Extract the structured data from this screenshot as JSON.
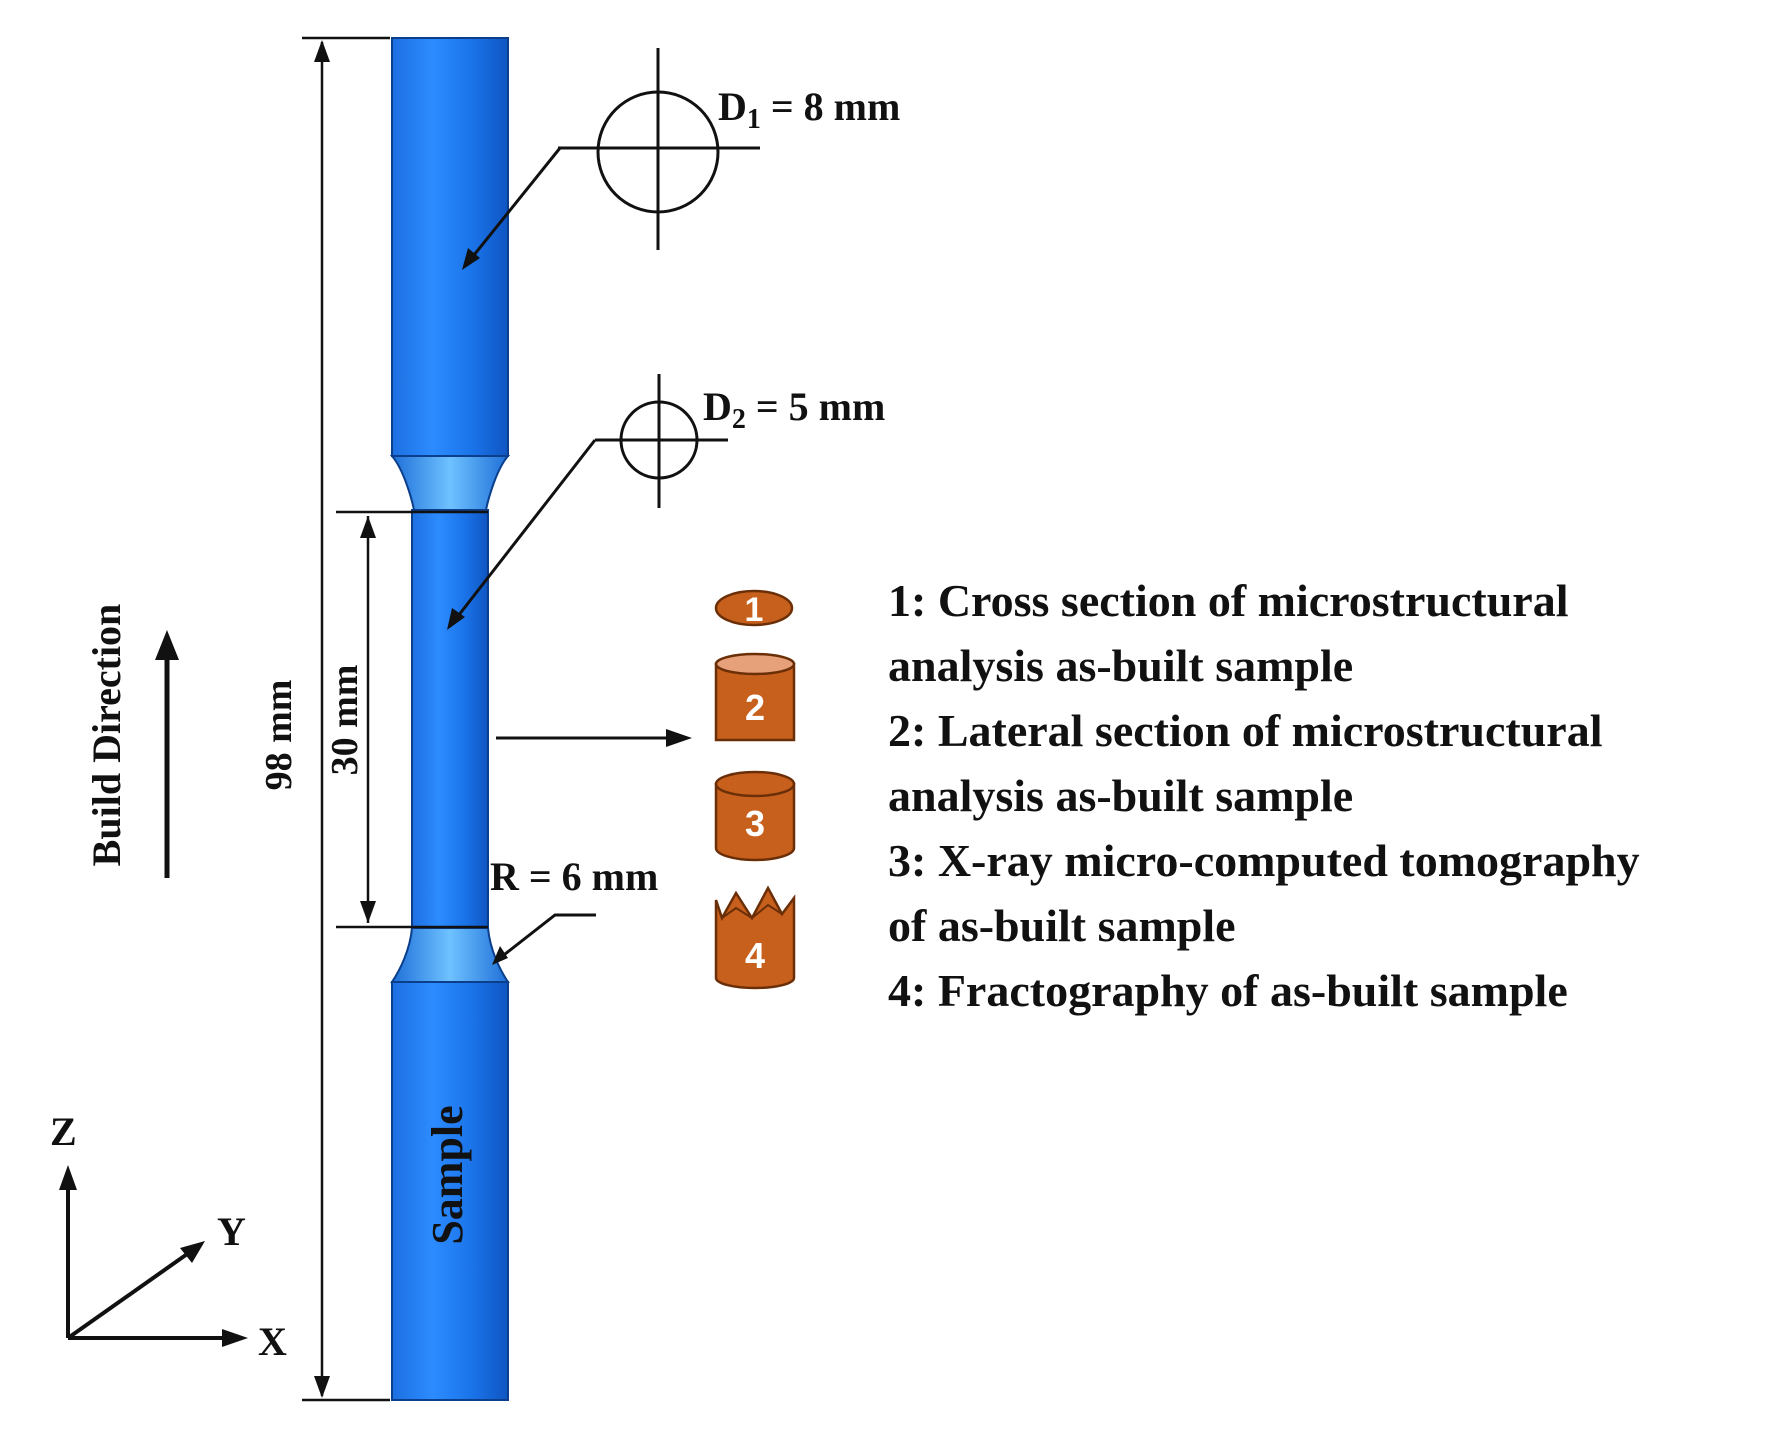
{
  "labels": {
    "build_direction": "Build Direction",
    "length_total": "98 mm",
    "length_gauge": "30 mm",
    "d1": "D",
    "d1_sub": "1",
    "d1_value": " = 8 mm",
    "d2": "D",
    "d2_sub": "2",
    "d2_value": " = 5 mm",
    "radius": "R = 6 mm",
    "sample": "Sample",
    "axis_z": "Z",
    "axis_y": "Y",
    "axis_x": "X"
  },
  "piece_numbers": [
    "1",
    "2",
    "3",
    "4"
  ],
  "legend": [
    "1: Cross section of microstructural",
    "analysis as-built sample",
    "2: Lateral section of microstructural",
    "analysis as-built sample",
    "3: X-ray micro-computed tomography",
    "of as-built sample",
    "4: Fractography of as-built sample"
  ],
  "colors": {
    "specimen": "#1a73e8",
    "specimen_dark": "#0d4fb5",
    "specimen_light": "#4aa6ff",
    "piece": "#c8601d",
    "piece_dark": "#8a3d0d",
    "ink": "#111111"
  }
}
